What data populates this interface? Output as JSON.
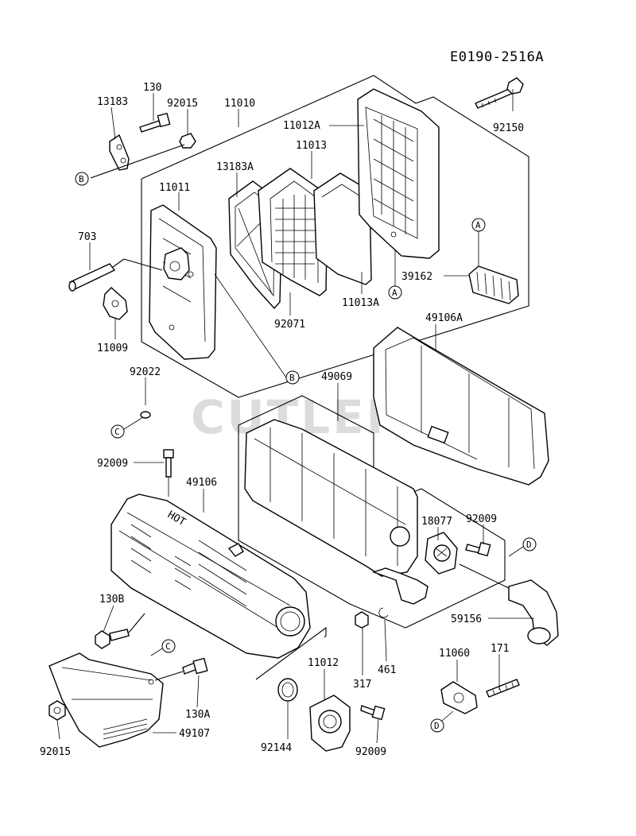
{
  "diagram_code": "E0190-2516A",
  "watermark": "CUTLER'S",
  "emboss_text": "HOT",
  "callouts": [
    {
      "id": "p13183",
      "text": "13183"
    },
    {
      "id": "p130",
      "text": "130"
    },
    {
      "id": "p92015a",
      "text": "92015"
    },
    {
      "id": "p11010",
      "text": "11010"
    },
    {
      "id": "p11012A",
      "text": "11012A"
    },
    {
      "id": "p92150",
      "text": "92150"
    },
    {
      "id": "p11013",
      "text": "11013"
    },
    {
      "id": "p13183A",
      "text": "13183A"
    },
    {
      "id": "p11011",
      "text": "11011"
    },
    {
      "id": "p703",
      "text": "703"
    },
    {
      "id": "p39162",
      "text": "39162"
    },
    {
      "id": "p11013A",
      "text": "11013A"
    },
    {
      "id": "p92071",
      "text": "92071"
    },
    {
      "id": "p11009",
      "text": "11009"
    },
    {
      "id": "p49106A",
      "text": "49106A"
    },
    {
      "id": "p92022",
      "text": "92022"
    },
    {
      "id": "p49069",
      "text": "49069"
    },
    {
      "id": "p92009a",
      "text": "92009"
    },
    {
      "id": "p49106",
      "text": "49106"
    },
    {
      "id": "p18077",
      "text": "18077"
    },
    {
      "id": "p92009b",
      "text": "92009"
    },
    {
      "id": "p130B",
      "text": "130B"
    },
    {
      "id": "p59156",
      "text": "59156"
    },
    {
      "id": "p11012",
      "text": "11012"
    },
    {
      "id": "p11060",
      "text": "11060"
    },
    {
      "id": "p171",
      "text": "171"
    },
    {
      "id": "p461",
      "text": "461"
    },
    {
      "id": "p317",
      "text": "317"
    },
    {
      "id": "p130A",
      "text": "130A"
    },
    {
      "id": "p49107",
      "text": "49107"
    },
    {
      "id": "p92015b",
      "text": "92015"
    },
    {
      "id": "p92144",
      "text": "92144"
    },
    {
      "id": "p92009c",
      "text": "92009"
    }
  ],
  "refs": [
    {
      "id": "rB1",
      "text": "B"
    },
    {
      "id": "rA1",
      "text": "A"
    },
    {
      "id": "rA2",
      "text": "A"
    },
    {
      "id": "rB2",
      "text": "B"
    },
    {
      "id": "rC1",
      "text": "C"
    },
    {
      "id": "rD1",
      "text": "D"
    },
    {
      "id": "rC2",
      "text": "C"
    },
    {
      "id": "rD2",
      "text": "D"
    }
  ]
}
